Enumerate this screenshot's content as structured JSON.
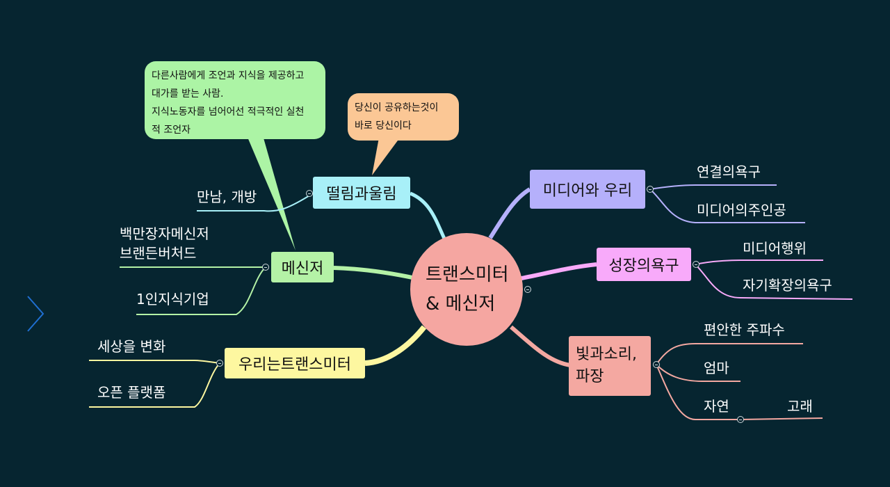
{
  "center": {
    "line1": "트랜스미터",
    "line2": "& 메신저"
  },
  "nodes": {
    "ddeollim": "떨림과울림",
    "messenger": "메신저",
    "transmitter": "우리는트랜스미터",
    "media": "미디어와 우리",
    "growth": "성장의욕구",
    "light": "빛과소리,\n파장"
  },
  "leaves": {
    "ddeollim_1": "만남, 개방",
    "messenger_1": "백만장자메신저\n브랜든버처드",
    "messenger_2": "1인지식기업",
    "transmitter_1": "세상을 변화",
    "transmitter_2": "오픈 플랫폼",
    "media_1": "연결의욕구",
    "media_2": "미디어의주인공",
    "growth_1": "미디어행위",
    "growth_2": "자기확장의욕구",
    "light_1": "편안한 주파수",
    "light_2": "엄마",
    "light_3": "자연",
    "light_3_1": "고래"
  },
  "bubbles": {
    "green": "다른사람에게 조언과 지식을 제공하고\n대가를 받는 사람.\n지식노동자를 넘어어선 적극적인 실천\n적 조언자",
    "orange": "당신이 공유하는것이\n바로 당신이다"
  },
  "colors": {
    "background": "#062530",
    "center": "#f5a6a1",
    "ddeollim": "#a8f0f8",
    "messenger": "#b4f2a6",
    "transmitter": "#fdf7a0",
    "media": "#b5b0fb",
    "growth": "#f8aafa",
    "light": "#f4a8a1",
    "bubble_green": "#acf4a5",
    "bubble_orange": "#fbc795",
    "nav_arrow": "#1f6fd1"
  },
  "icons": {
    "nav": "chevron-right-icon",
    "collapse": "collapse-minus-icon"
  }
}
